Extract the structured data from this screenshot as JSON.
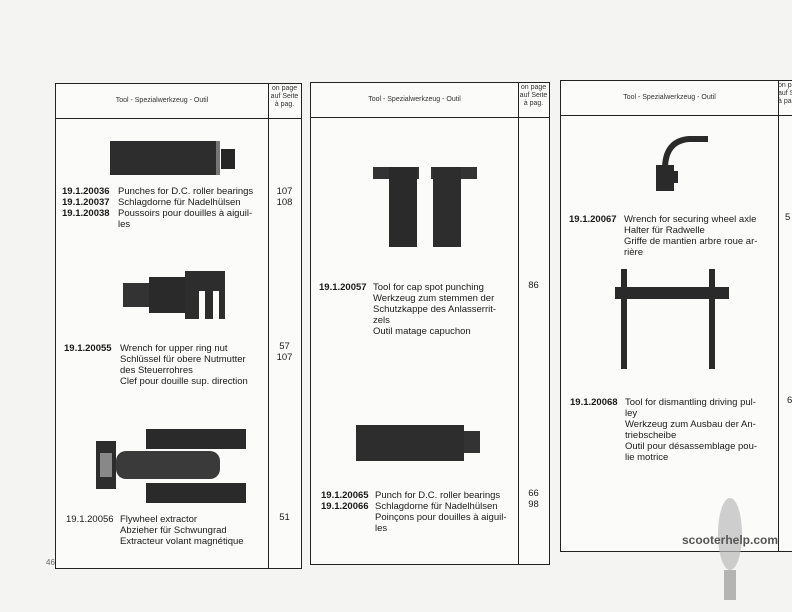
{
  "header": {
    "title": "Tool - Spezialwerkzeug - Outil",
    "page_col": [
      "on page",
      "auf Seite",
      "à pag."
    ]
  },
  "panels": [
    {
      "entries": [
        {
          "codes": [
            "19.1.20036",
            "19.1.20037",
            "19.1.20038"
          ],
          "lines": [
            "Punches for D.C. roller bearings",
            "Schlagdorne für Nadelhülsen",
            "Poussoirs pour douilles à aiguil-",
            "les"
          ],
          "pages": [
            "107",
            "108"
          ]
        },
        {
          "codes": [
            "19.1.20055"
          ],
          "lines": [
            "Wrench for upper ring nut",
            "Schlüssel für obere Nutmutter",
            "des Steuerrohres",
            "Clef pour douille sup. direction"
          ],
          "pages": [
            "57",
            "107"
          ]
        },
        {
          "codes": [
            "19.1.20056"
          ],
          "lines": [
            "Flywheel extractor",
            "Abzieher für Schwungrad",
            "Extracteur volant magnétique"
          ],
          "pages": [
            "51"
          ]
        }
      ]
    },
    {
      "entries": [
        {
          "codes": [
            "19.1.20057"
          ],
          "lines": [
            "Tool for cap spot punching",
            "Werkzeug zum stemmen der",
            "Schutzkappe des Anlasserrit-",
            "zels",
            "Outil matage capuchon"
          ],
          "pages": [
            "86"
          ]
        },
        {
          "codes": [
            "19.1.20065",
            "19.1.20066"
          ],
          "lines": [
            "Punch for D.C. roller bearings",
            "Schlagdorne für Nadelhülsen",
            "Poinçons pour douilles à aiguil-",
            "les"
          ],
          "pages": [
            "66",
            "98"
          ]
        }
      ]
    },
    {
      "entries": [
        {
          "codes": [
            "19.1.20067"
          ],
          "lines": [
            "Wrench for securing wheel axle",
            "Halter für Radwelle",
            "Griffe de mantien arbre roue ar-",
            "rière"
          ],
          "pages": [
            "5"
          ]
        },
        {
          "codes": [
            "19.1.20068"
          ],
          "lines": [
            "Tool for dismantling driving pul-",
            "ley",
            "Werkzeug zum Ausbau der An-",
            "triebscheibe",
            "Outil pour désassemblage pou-",
            "lie motrice"
          ],
          "pages": [
            "6"
          ]
        }
      ]
    }
  ],
  "page_number": "46",
  "watermark": "scooterhelp.com"
}
